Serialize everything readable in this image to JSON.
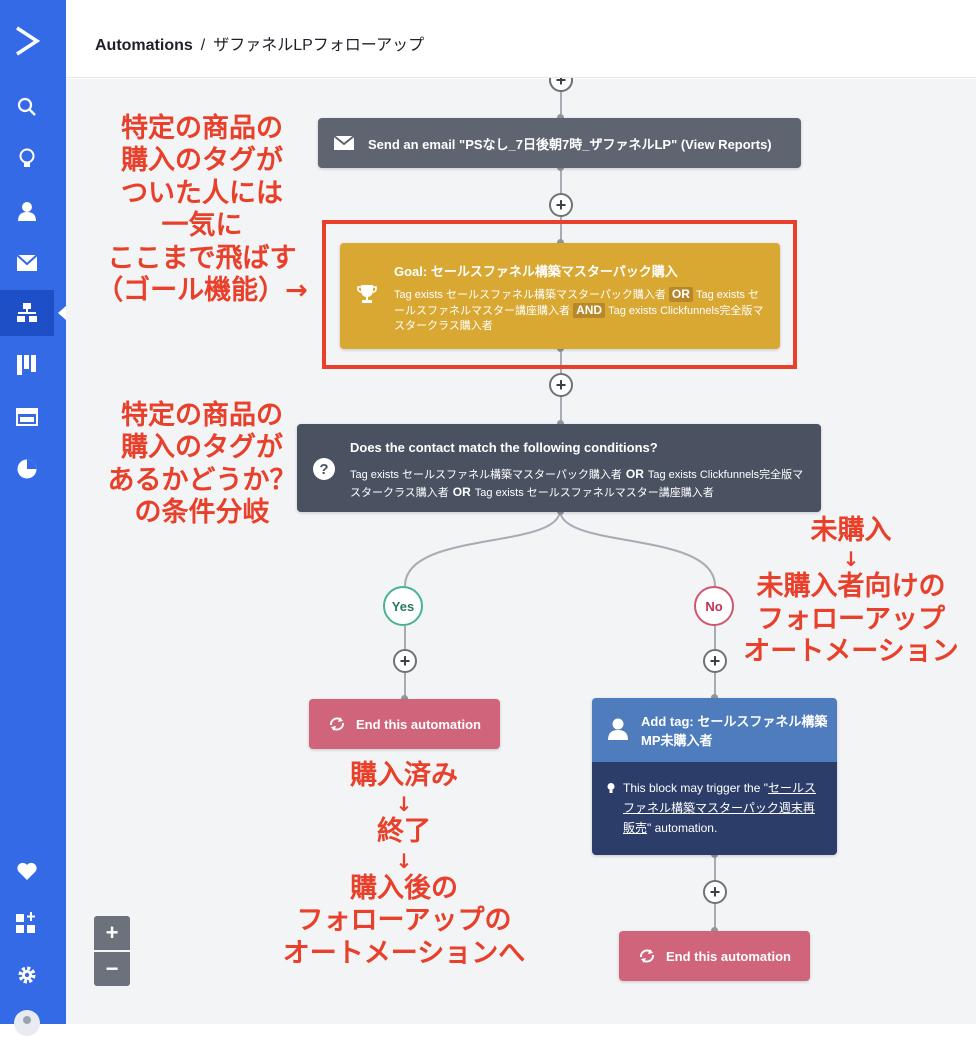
{
  "header": {
    "section": "Automations",
    "separator": "/",
    "current": "ザファネルLPフォローアップ"
  },
  "sidebar": {
    "items": [
      "logo-icon",
      "search-icon",
      "lightbulb-icon",
      "contacts-icon",
      "email-icon",
      "automations-icon",
      "deals-icon",
      "website-icon",
      "reports-icon",
      "heart-icon",
      "apps-icon",
      "settings-icon",
      "avatar"
    ]
  },
  "nodes": {
    "email": {
      "title": "Send an email \"PSなし_7日後朝7時_ザファネルLP\" (View Reports)"
    },
    "goal": {
      "title": "Goal: セールスファネル構築マスターパック購入",
      "t1": "Tag exists セールスファネル構築マスターパック購入者",
      "k1": "OR",
      "t2": "Tag exists セールスファネルマスター講座購入者",
      "k2": "AND",
      "t3": "Tag exists Clickfunnels完全版マスタークラス購入者"
    },
    "condition": {
      "title": "Does the contact match the following conditions?",
      "t1": "Tag exists セールスファネル構築マスターパック購入者",
      "k1": "OR",
      "t2": "Tag exists Clickfunnels完全版マスタークラス購入者",
      "k2": "OR",
      "t3": "Tag exists セールスファネルマスター講座購入者"
    },
    "yes": "Yes",
    "no": "No",
    "end1": "End this automation",
    "tag": {
      "title": "Add tag: セールスファネル構築MP未購入者",
      "note_pre": "This block may trigger the \"",
      "note_link": "セールスファネル構築マスターパック週末再販売",
      "note_post": "\" automation."
    },
    "end2": "End this automation"
  },
  "zoom": {
    "in": "+",
    "out": "−"
  },
  "annotations": {
    "goal_note": [
      "特定の商品の",
      "購入のタグが",
      "ついた人には",
      "一気に",
      "ここまで飛ばす",
      "（ゴール機能）→"
    ],
    "cond_note": [
      "特定の商品の",
      "購入のタグが",
      "あるかどうか？",
      "の条件分岐"
    ],
    "no_note": [
      "未購入",
      "↓",
      "未購入者向けの",
      "フォローアップ",
      "オートメーション"
    ],
    "yes_note": [
      "購入済み",
      "↓",
      "終了",
      "↓",
      "購入後の",
      "フォローアップの",
      "オートメーションへ"
    ]
  },
  "colors": {
    "sidebar": "#356ae6",
    "goal": "#d9a833",
    "condition": "#4a5261",
    "end": "#d0647a",
    "tag_head": "#4f7cbd",
    "tag_body": "#2c3d6a",
    "annotation": "#e8402a"
  }
}
